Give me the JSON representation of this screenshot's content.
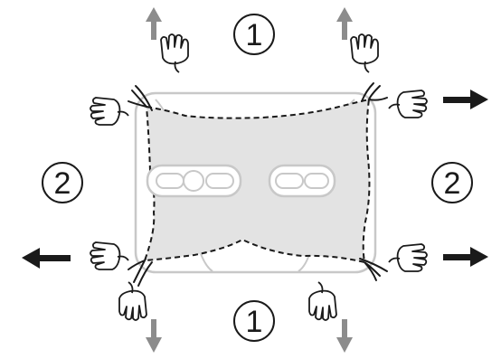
{
  "steps": {
    "top": "1",
    "bottom": "1",
    "left": "2",
    "right": "2"
  },
  "colors": {
    "outline": "#1a1a1a",
    "frame": "#c8c8c8",
    "cover_fill": "#e3e3e3",
    "arrow_gray": "#8c8c8c",
    "arrow_black": "#1a1a1a"
  },
  "icons": {
    "hand": "hand-icon",
    "arrow_up": "arrow-up-icon",
    "arrow_down": "arrow-down-icon",
    "arrow_left": "arrow-left-icon",
    "arrow_right": "arrow-right-icon"
  }
}
